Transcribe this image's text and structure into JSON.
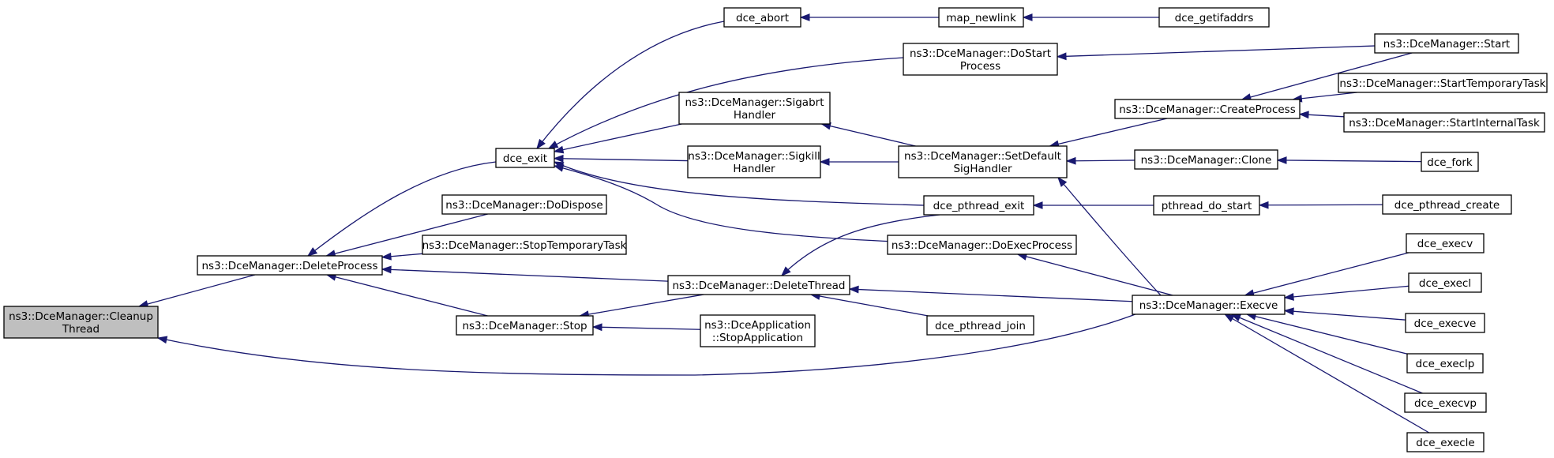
{
  "diagram": {
    "type": "call-graph",
    "colors": {
      "edge": "#191970",
      "root_fill": "#bfbfbf",
      "node_fill": "#ffffff",
      "border": "#000000"
    },
    "nodes": [
      {
        "id": "cleanup",
        "lines": [
          "ns3::DceManager::Cleanup",
          "Thread"
        ],
        "root": true
      },
      {
        "id": "deleteprocess",
        "lines": [
          "ns3::DceManager::DeleteProcess"
        ]
      },
      {
        "id": "dce_exit",
        "lines": [
          "dce_exit"
        ]
      },
      {
        "id": "dodispose",
        "lines": [
          "ns3::DceManager::DoDispose"
        ]
      },
      {
        "id": "stoptemp",
        "lines": [
          "ns3::DceManager::StopTemporaryTask"
        ]
      },
      {
        "id": "stop",
        "lines": [
          "ns3::DceManager::Stop"
        ]
      },
      {
        "id": "deletethread",
        "lines": [
          "ns3::DceManager::DeleteThread"
        ]
      },
      {
        "id": "dce_abort",
        "lines": [
          "dce_abort"
        ]
      },
      {
        "id": "sigabrt",
        "lines": [
          "ns3::DceManager::Sigabrt",
          "Handler"
        ]
      },
      {
        "id": "sigkill",
        "lines": [
          "ns3::DceManager::Sigkill",
          "Handler"
        ]
      },
      {
        "id": "stopapp",
        "lines": [
          "ns3::DceApplication",
          "::StopApplication"
        ]
      },
      {
        "id": "map_newlink",
        "lines": [
          "map_newlink"
        ]
      },
      {
        "id": "dostart",
        "lines": [
          "ns3::DceManager::DoStart",
          "Process"
        ]
      },
      {
        "id": "setdefault",
        "lines": [
          "ns3::DceManager::SetDefault",
          "SigHandler"
        ]
      },
      {
        "id": "pthread_exit",
        "lines": [
          "dce_pthread_exit"
        ]
      },
      {
        "id": "doexec",
        "lines": [
          "ns3::DceManager::DoExecProcess"
        ]
      },
      {
        "id": "pthread_join",
        "lines": [
          "dce_pthread_join"
        ]
      },
      {
        "id": "dce_getifaddrs",
        "lines": [
          "dce_getifaddrs"
        ]
      },
      {
        "id": "createprocess",
        "lines": [
          "ns3::DceManager::CreateProcess"
        ]
      },
      {
        "id": "clone",
        "lines": [
          "ns3::DceManager::Clone"
        ]
      },
      {
        "id": "pthread_do_start",
        "lines": [
          "pthread_do_start"
        ]
      },
      {
        "id": "execve",
        "lines": [
          "ns3::DceManager::Execve"
        ]
      },
      {
        "id": "start",
        "lines": [
          "ns3::DceManager::Start"
        ]
      },
      {
        "id": "starttemp",
        "lines": [
          "ns3::DceManager::StartTemporaryTask"
        ]
      },
      {
        "id": "startinternal",
        "lines": [
          "ns3::DceManager::StartInternalTask"
        ]
      },
      {
        "id": "dce_fork",
        "lines": [
          "dce_fork"
        ]
      },
      {
        "id": "pthread_create",
        "lines": [
          "dce_pthread_create"
        ]
      },
      {
        "id": "dce_execv",
        "lines": [
          "dce_execv"
        ]
      },
      {
        "id": "dce_execl",
        "lines": [
          "dce_execl"
        ]
      },
      {
        "id": "dce_execve",
        "lines": [
          "dce_execve"
        ]
      },
      {
        "id": "dce_execlp",
        "lines": [
          "dce_execlp"
        ]
      },
      {
        "id": "dce_execvp",
        "lines": [
          "dce_execvp"
        ]
      },
      {
        "id": "dce_execle",
        "lines": [
          "dce_execle"
        ]
      }
    ],
    "edges": [
      {
        "from": "deleteprocess",
        "to": "cleanup"
      },
      {
        "from": "execve",
        "to": "cleanup"
      },
      {
        "from": "dce_exit",
        "to": "deleteprocess"
      },
      {
        "from": "dodispose",
        "to": "deleteprocess"
      },
      {
        "from": "stoptemp",
        "to": "deleteprocess"
      },
      {
        "from": "stop",
        "to": "deleteprocess"
      },
      {
        "from": "deletethread",
        "to": "deleteprocess"
      },
      {
        "from": "dce_abort",
        "to": "dce_exit"
      },
      {
        "from": "dostart",
        "to": "dce_exit"
      },
      {
        "from": "sigabrt",
        "to": "dce_exit"
      },
      {
        "from": "sigkill",
        "to": "dce_exit"
      },
      {
        "from": "pthread_exit",
        "to": "dce_exit"
      },
      {
        "from": "doexec",
        "to": "dce_exit"
      },
      {
        "from": "deletethread",
        "to": "stop"
      },
      {
        "from": "stopapp",
        "to": "stop"
      },
      {
        "from": "pthread_exit",
        "to": "deletethread"
      },
      {
        "from": "pthread_join",
        "to": "deletethread"
      },
      {
        "from": "execve",
        "to": "deletethread"
      },
      {
        "from": "map_newlink",
        "to": "dce_abort"
      },
      {
        "from": "setdefault",
        "to": "sigabrt"
      },
      {
        "from": "setdefault",
        "to": "sigkill"
      },
      {
        "from": "dce_getifaddrs",
        "to": "map_newlink"
      },
      {
        "from": "start",
        "to": "dostart"
      },
      {
        "from": "createprocess",
        "to": "setdefault"
      },
      {
        "from": "clone",
        "to": "setdefault"
      },
      {
        "from": "execve",
        "to": "setdefault"
      },
      {
        "from": "pthread_do_start",
        "to": "pthread_exit"
      },
      {
        "from": "execve",
        "to": "doexec"
      },
      {
        "from": "start",
        "to": "createprocess"
      },
      {
        "from": "starttemp",
        "to": "createprocess"
      },
      {
        "from": "startinternal",
        "to": "createprocess"
      },
      {
        "from": "dce_fork",
        "to": "clone"
      },
      {
        "from": "pthread_create",
        "to": "pthread_do_start"
      },
      {
        "from": "dce_execv",
        "to": "execve"
      },
      {
        "from": "dce_execl",
        "to": "execve"
      },
      {
        "from": "dce_execve",
        "to": "execve"
      },
      {
        "from": "dce_execlp",
        "to": "execve"
      },
      {
        "from": "dce_execvp",
        "to": "execve"
      },
      {
        "from": "dce_execle",
        "to": "execve"
      }
    ]
  }
}
